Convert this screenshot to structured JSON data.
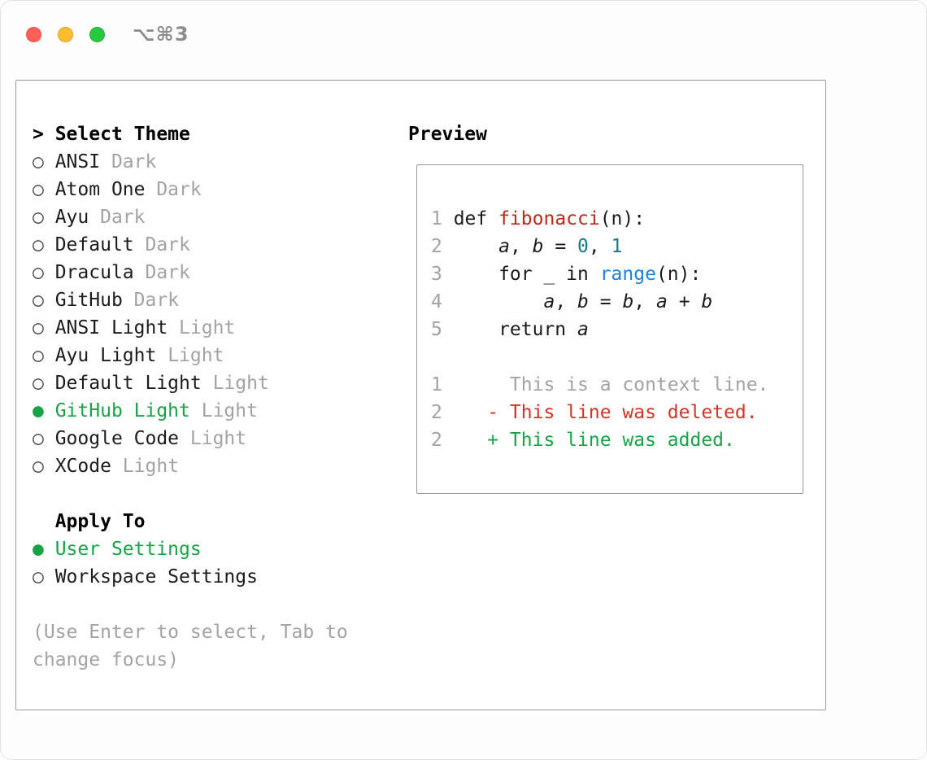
{
  "window": {
    "titlebar": {
      "shortcut": "⌥⌘3",
      "traffic_lights": [
        {
          "name": "close"
        },
        {
          "name": "minimize"
        },
        {
          "name": "zoom"
        }
      ]
    }
  },
  "radio_glyphs": {
    "selected": "●",
    "unselected": "○"
  },
  "theme_selector": {
    "prompt": ">",
    "title": "Select Theme",
    "items": [
      {
        "name": "ANSI",
        "variant": "Dark",
        "selected": false
      },
      {
        "name": "Atom One",
        "variant": "Dark",
        "selected": false
      },
      {
        "name": "Ayu",
        "variant": "Dark",
        "selected": false
      },
      {
        "name": "Default",
        "variant": "Dark",
        "selected": false
      },
      {
        "name": "Dracula",
        "variant": "Dark",
        "selected": false
      },
      {
        "name": "GitHub",
        "variant": "Dark",
        "selected": false
      },
      {
        "name": "ANSI Light",
        "variant": "Light",
        "selected": false
      },
      {
        "name": "Ayu Light",
        "variant": "Light",
        "selected": false
      },
      {
        "name": "Default Light",
        "variant": "Light",
        "selected": false
      },
      {
        "name": "GitHub Light",
        "variant": "Light",
        "selected": true
      },
      {
        "name": "Google Code",
        "variant": "Light",
        "selected": false
      },
      {
        "name": "XCode",
        "variant": "Light",
        "selected": false
      }
    ]
  },
  "apply_to": {
    "title": "Apply To",
    "options": [
      {
        "label": "User Settings",
        "selected": true
      },
      {
        "label": "Workspace Settings",
        "selected": false
      }
    ]
  },
  "hint": "(Use Enter to select, Tab to change focus)",
  "preview": {
    "title": "Preview",
    "lines": [
      {
        "num": "1",
        "kind": "code",
        "tokens": [
          {
            "t": "def ",
            "s": "plain"
          },
          {
            "t": "fibonacci",
            "s": "func"
          },
          {
            "t": "(n):",
            "s": "plain"
          }
        ]
      },
      {
        "num": "2",
        "kind": "code",
        "tokens": [
          {
            "t": "    ",
            "s": "plain"
          },
          {
            "t": "a",
            "s": "var"
          },
          {
            "t": ", ",
            "s": "plain"
          },
          {
            "t": "b",
            "s": "var"
          },
          {
            "t": " = ",
            "s": "plain"
          },
          {
            "t": "0",
            "s": "num"
          },
          {
            "t": ", ",
            "s": "plain"
          },
          {
            "t": "1",
            "s": "num"
          }
        ]
      },
      {
        "num": "3",
        "kind": "code",
        "tokens": [
          {
            "t": "    for _ in ",
            "s": "plain"
          },
          {
            "t": "range",
            "s": "builtin"
          },
          {
            "t": "(n):",
            "s": "plain"
          }
        ]
      },
      {
        "num": "4",
        "kind": "code",
        "tokens": [
          {
            "t": "        ",
            "s": "plain"
          },
          {
            "t": "a",
            "s": "var"
          },
          {
            "t": ", ",
            "s": "plain"
          },
          {
            "t": "b",
            "s": "var"
          },
          {
            "t": " = ",
            "s": "plain"
          },
          {
            "t": "b",
            "s": "var"
          },
          {
            "t": ", ",
            "s": "plain"
          },
          {
            "t": "a",
            "s": "var"
          },
          {
            "t": " + ",
            "s": "plain"
          },
          {
            "t": "b",
            "s": "var"
          }
        ]
      },
      {
        "num": "5",
        "kind": "code",
        "tokens": [
          {
            "t": "    return ",
            "s": "plain"
          },
          {
            "t": "a",
            "s": "var"
          }
        ]
      },
      {
        "num": "",
        "kind": "blank",
        "tokens": []
      },
      {
        "num": "1",
        "kind": "context",
        "tokens": [
          {
            "t": "     This is a context line.",
            "s": "context"
          }
        ]
      },
      {
        "num": "2",
        "kind": "deleted",
        "tokens": [
          {
            "t": "   - This line was deleted.",
            "s": "deleted"
          }
        ]
      },
      {
        "num": "2",
        "kind": "added",
        "tokens": [
          {
            "t": "   + This line was added.",
            "s": "added"
          }
        ]
      }
    ]
  },
  "colors": {
    "code_fg": "#1c1c1c",
    "func_red": "#bb2b1a",
    "number_teal": "#0b7e8b",
    "builtin_blue": "#1a82d8",
    "muted_gray": "#a3a3a3",
    "deleted_red": "#d03427",
    "added_green": "#17a346",
    "accent_green": "#17a346",
    "border_gray": "#9a9a9a",
    "traffic_red": "#ff5f57",
    "traffic_yellow": "#febc2e",
    "traffic_green": "#27c93f",
    "shortcut_gray": "#8c8c8c"
  }
}
